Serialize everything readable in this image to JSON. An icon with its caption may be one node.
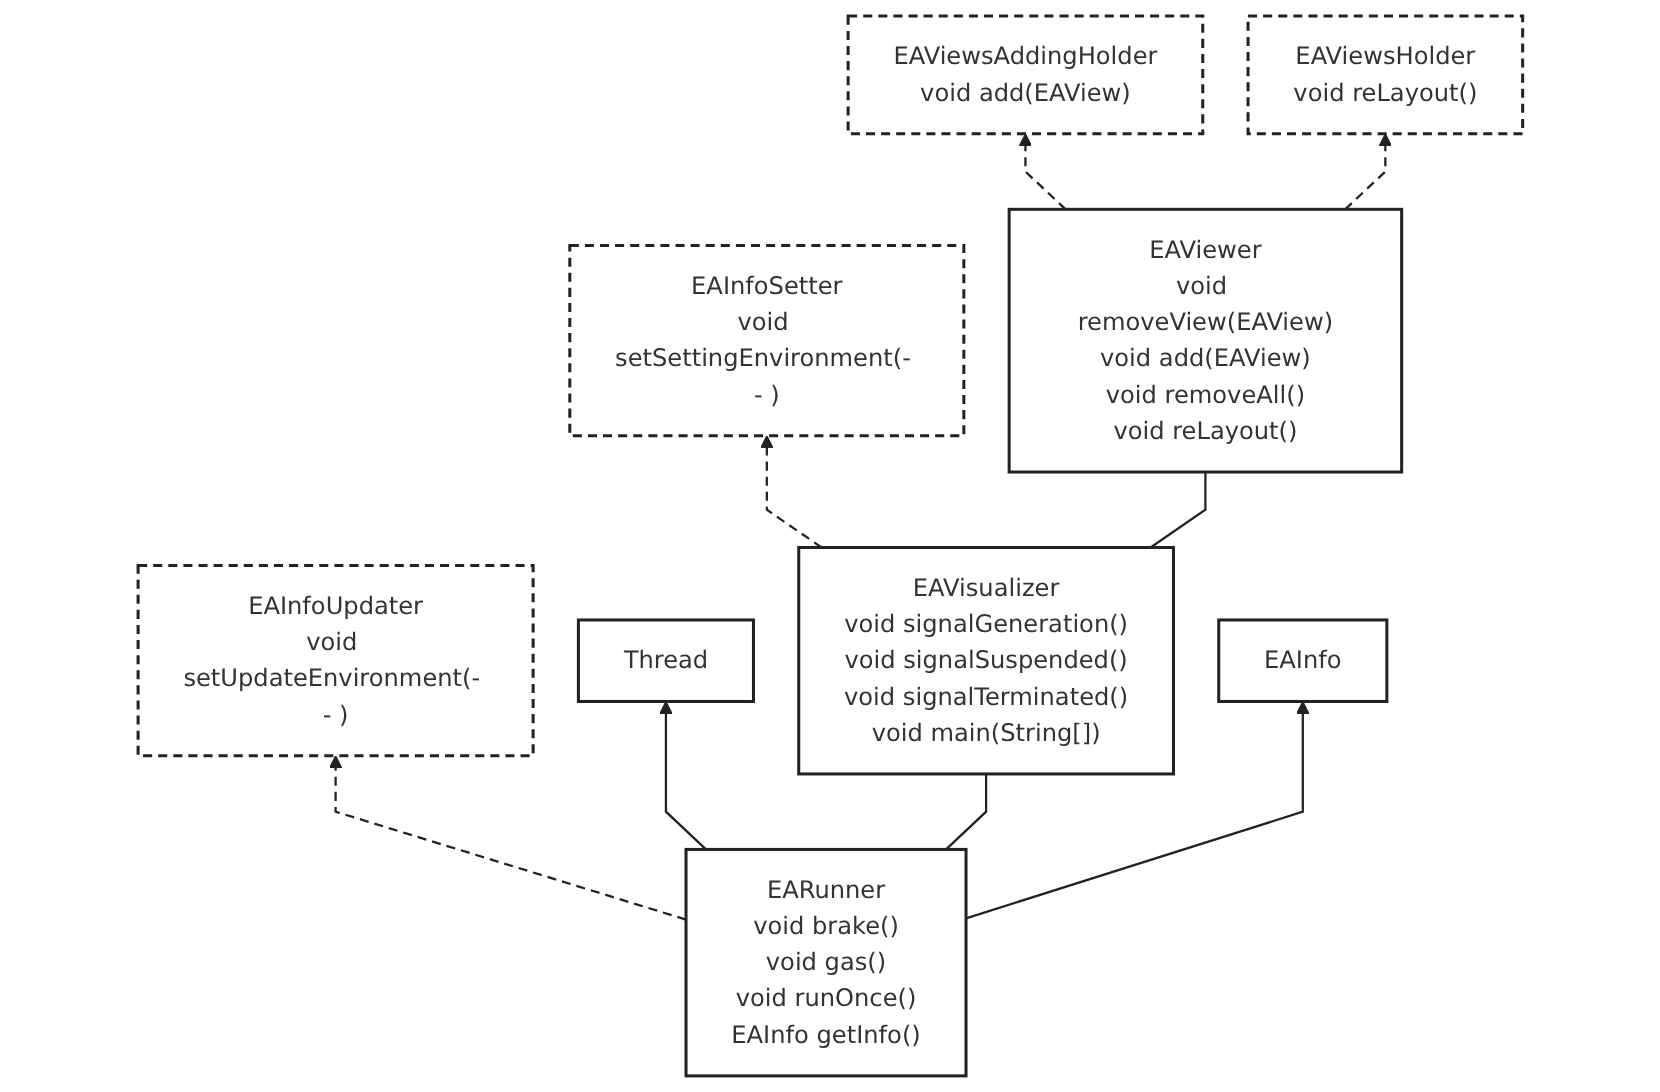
{
  "diagram": {
    "nodes": [
      {
        "text": [
          "EAInfoUpdater",
          "void setUpdateEnvironment(- - )"
        ]
      },
      {
        "text": [
          "EAInfoSetter",
          "void setSettingEnvironment(- - )"
        ]
      },
      {
        "text": [
          "EAViewsHolder",
          "void reLayout()"
        ]
      },
      {
        "text": [
          "EAViewsAddingHolder",
          "void add(EAView)"
        ]
      },
      {
        "text": [
          "Thread"
        ]
      },
      {
        "text": [
          "EARunner",
          "void brake()",
          "void gas()",
          "void runOnce()",
          "EAInfo getInfo()"
        ]
      },
      {
        "text": [
          "EAVisualizer",
          "void signalGeneration()",
          "void signalSuspended()",
          "void signalTerminated()",
          "void main(String[])"
        ]
      },
      {
        "text": [
          "EAViewer",
          "void removeView(EAView)",
          "void add(EAView)",
          "void removeAll()",
          "void reLayout()"
        ]
      },
      {
        "text": [
          "EAInfo"
        ]
      }
    ],
    "edges": [
      {
        "from": 5,
        "to": 0,
        "arrow": "to",
        "style": "dashed"
      },
      {
        "from": 6,
        "to": 1,
        "arrow": "to",
        "style": "dashed"
      },
      {
        "from": 7,
        "to": 3,
        "arrow": "to",
        "style": "dashed"
      },
      {
        "from": 7,
        "to": 2,
        "arrow": "to",
        "style": "dashed"
      },
      {
        "from": 5,
        "to": 4,
        "arrow": "to"
      },
      {
        "from": 5,
        "to": 6,
        "arrow": "none"
      },
      {
        "from": 6,
        "to": 7,
        "arrow": "none"
      },
      {
        "from": 5,
        "to": 8,
        "arrow": "to"
      }
    ]
  }
}
